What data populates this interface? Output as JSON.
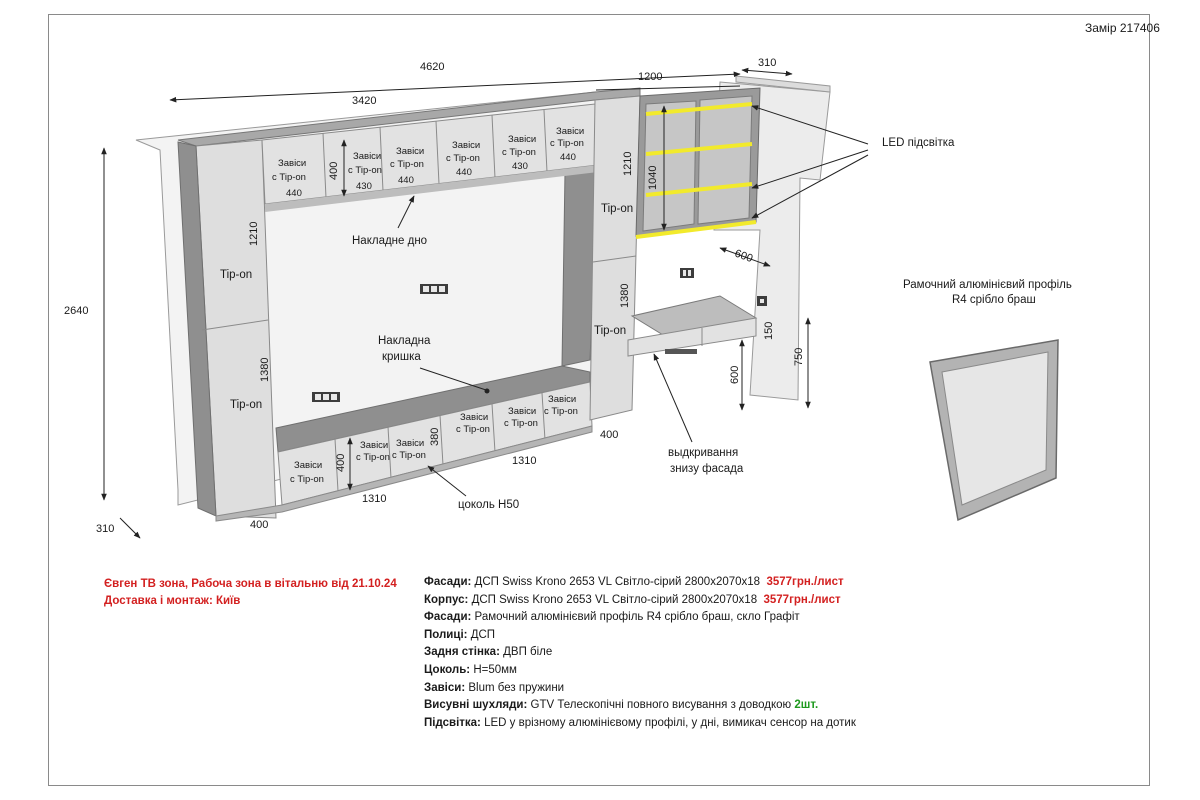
{
  "header": {
    "measure_number": "Замір 217406"
  },
  "dimensions": {
    "total_width": "4620",
    "main_width": "3420",
    "right_width": "1200",
    "right_depth": "310",
    "total_height": "2640",
    "left_depth": "310",
    "base_depth": "400",
    "base_left_width": "1310",
    "base_mid_width": "1310",
    "right_base_depth": "400",
    "top_height": "1210",
    "lower_height": "1380",
    "upper_drawer_h": "400",
    "lower_drawer_h": "400",
    "lower_drawer_h2": "380",
    "right_top_h": "1210",
    "cabinet_h": "1040",
    "right_lower_h": "1380",
    "desk_depth": "600",
    "desk_thickness": "150",
    "desk_leg_h": "600",
    "desk_height": "750"
  },
  "top_cells": [
    {
      "line1": "Завіси",
      "line2": "с Tip-on",
      "size": "440"
    },
    {
      "line1": "Завіси",
      "line2": "с Tip-on",
      "size": "430"
    },
    {
      "line1": "Завіси",
      "line2": "с Tip-on",
      "size": "440"
    },
    {
      "line1": "Завіси",
      "line2": "с Tip-on",
      "size": "440"
    },
    {
      "line1": "Завіси",
      "line2": "с Tip-on",
      "size": "430"
    },
    {
      "line1": "Завіси",
      "line2": "с Tip-on",
      "size": "440"
    }
  ],
  "bottom_cells": [
    {
      "line1": "Завіси",
      "line2": "с Tip-on"
    },
    {
      "line1": "Завіси",
      "line2": "с Tip-on"
    },
    {
      "line1": "Завіси",
      "line2": "с Tip-on"
    },
    {
      "line1": "Завіси",
      "line2": "с Tip-on"
    },
    {
      "line1": "Завіси",
      "line2": "с Tip-on"
    },
    {
      "line1": "Завіси",
      "line2": "с Tip-on"
    }
  ],
  "labels": {
    "tipon": "Tip-on",
    "overlay_bottom": "Накладне дно",
    "overlay_cover_1": "Накладна",
    "overlay_cover_2": "кришка",
    "plinth": "цоколь Н50",
    "led": "LED підсвітка",
    "opening_1": "выдкривання",
    "opening_2": "знизу фасада",
    "profile_1": "Рамочний алюмінієвий профіль",
    "profile_2": "R4 срібло браш"
  },
  "order": {
    "line1": "Євген ТВ зона, Рабоча зона в вітальню від 21.10.24",
    "line2": "Доставка і монтаж: Київ"
  },
  "specs": [
    {
      "key": "Фасади:",
      "value": "ДСП Swiss Krono 2653 VL Світло-сірий 2800х2070х18",
      "price": "3577грн./лист"
    },
    {
      "key": "Корпус:",
      "value": "ДСП Swiss Krono 2653 VL Світло-сірий 2800х2070х18",
      "price": "3577грн./лист"
    },
    {
      "key": "Фасади:",
      "value": "Рамочний алюмінієвий профіль R4 срібло браш, скло Графіт"
    },
    {
      "key": "Полиці:",
      "value": "ДСП"
    },
    {
      "key": "Задня стінка:",
      "value": "ДВП біле"
    },
    {
      "key": "Цоколь:",
      "value": "H=50мм"
    },
    {
      "key": "Завіси:",
      "value": "Blum без пружини"
    },
    {
      "key": "Висувні шухляди:",
      "value": "GTV Телескопічні повного висування з доводкою",
      "qty": "2шт."
    },
    {
      "key": "Підсвітка:",
      "value": "LED у врізному алюмінієвому профілі, у дні, вимикач сенсор на дотик"
    }
  ],
  "colors": {
    "panel": "#dedede",
    "panel_dark": "#8f8f8f",
    "led": "#f2ea2c",
    "price": "#d32020",
    "qty": "#1f9a1f"
  }
}
